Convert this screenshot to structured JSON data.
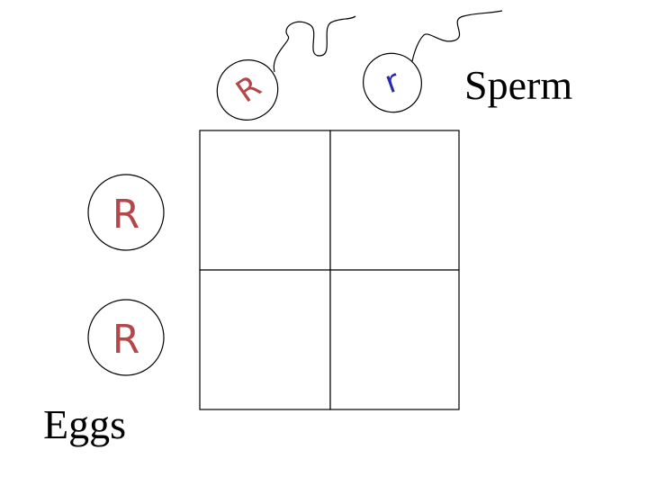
{
  "labels": {
    "sperm": "Sperm",
    "eggs": "Eggs"
  },
  "sperm_alleles": [
    {
      "letter": "R",
      "color": "#b5474a"
    },
    {
      "letter": "r",
      "color": "#2a2aa8"
    }
  ],
  "egg_alleles": [
    {
      "letter": "R",
      "color": "#b5474a"
    },
    {
      "letter": "R",
      "color": "#b5474a"
    }
  ],
  "grid": {
    "rows": 2,
    "cols": 2,
    "cells": [
      "",
      "",
      "",
      ""
    ]
  }
}
